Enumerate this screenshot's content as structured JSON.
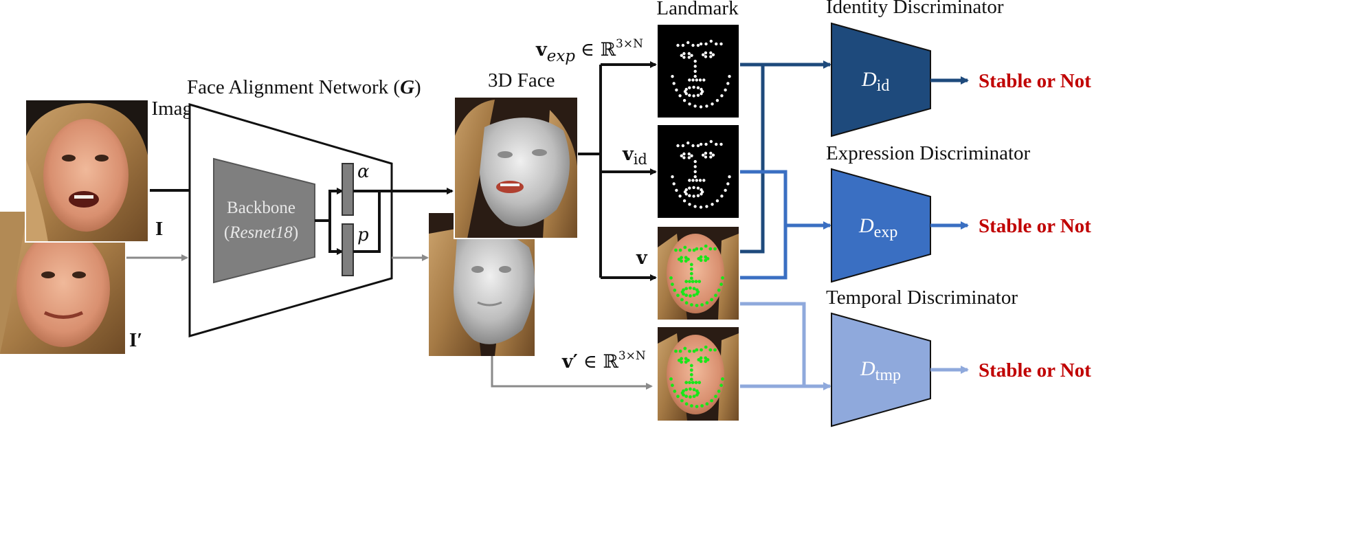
{
  "input": {
    "title": "Input Image",
    "symbol_current": "I",
    "symbol_prev": "I′"
  },
  "network": {
    "title_prefix": "Face Alignment  Network (",
    "title_symbol": "G",
    "title_suffix": ")",
    "backbone_label": "Backbone",
    "backbone_model": "Resnet18",
    "param_alpha": "α",
    "param_p": "p"
  },
  "face3d": {
    "title": "3D Face"
  },
  "vectors": {
    "v_exp_base": "v",
    "v_exp_sub": "exp",
    "v_exp_space": "∈ ℝ",
    "v_exp_sup": "3×N",
    "v_id_base": "v",
    "v_id_sub": "id",
    "v": "v",
    "v_prime_base": "v′",
    "v_prime_space": "∈ ℝ",
    "v_prime_sup": "3×N"
  },
  "landmark": {
    "title": "Landmark"
  },
  "discriminators": [
    {
      "title": "Identity  Discriminator",
      "symbol": "D",
      "sub": "id",
      "output": "Stable or Not",
      "color": "#1e4a7c",
      "arrow_color": "#1e4a7c"
    },
    {
      "title": "Expression  Discriminator",
      "symbol": "D",
      "sub": "exp",
      "output": "Stable or Not",
      "color": "#3a6fc2",
      "arrow_color": "#3a6fc2"
    },
    {
      "title": "Temporal  Discriminator",
      "symbol": "D",
      "sub": "tmp",
      "output": "Stable or Not",
      "color": "#8fa9dc",
      "arrow_color": "#8fa9dc"
    }
  ],
  "colors": {
    "main_arrow": "#111111",
    "prev_arrow": "#8a8a8a",
    "backbone_fill": "#7f7f7f",
    "output_text": "#c00000",
    "landmark_dots": "#ffffff",
    "overlay_dots": "#19e619"
  }
}
